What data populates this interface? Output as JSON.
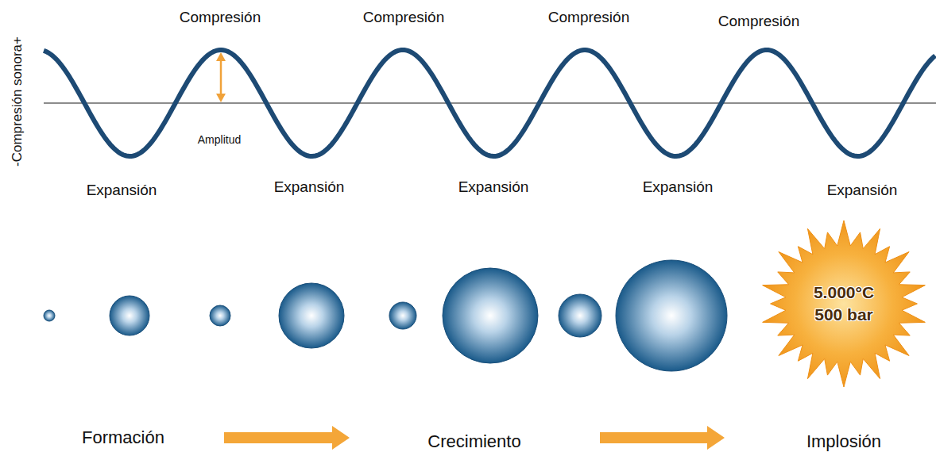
{
  "diagram": {
    "nodes": [
      {
        "text": [
          "5.000°C",
          "500 bar"
        ]
      }
    ],
    "labels": [
      "-Compresión sonora+",
      "Compresión",
      "Compresión",
      "Compresión",
      "Compresión",
      "Amplitud",
      "Expansión",
      "Expansión",
      "Expansión",
      "Expansión",
      "Expansión",
      "Formación",
      "Crecimiento",
      "Implosión"
    ]
  }
}
